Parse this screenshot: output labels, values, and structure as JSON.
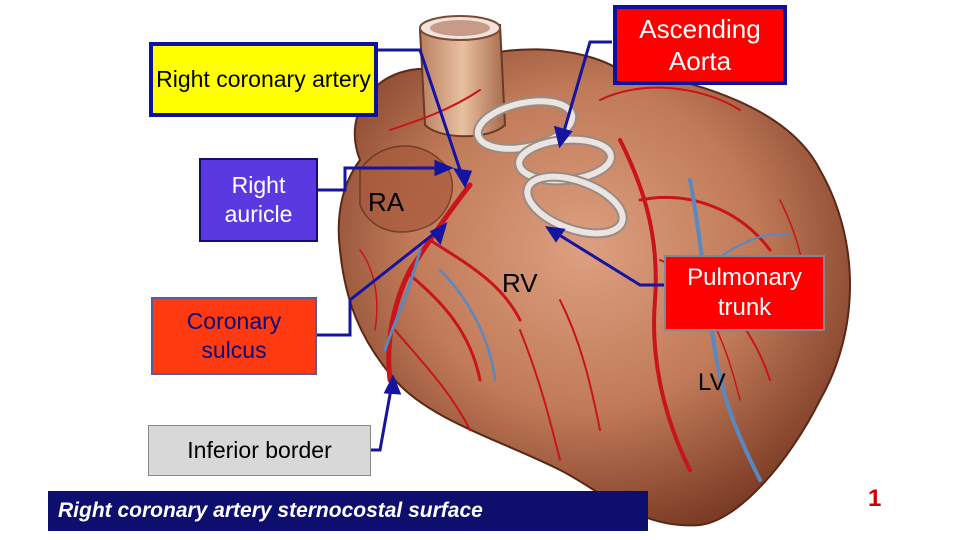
{
  "labels": {
    "right_coronary_artery": "Right coronary artery",
    "right_auricle": "Right auricle",
    "coronary_sulcus": "Coronary sulcus",
    "inferior_border": "Inferior border",
    "ascending_aorta": "Ascending Aorta",
    "pulmonary_trunk": "Pulmonary trunk",
    "ra": "RA",
    "rv": "RV",
    "lv": "LV"
  },
  "caption": "Right coronary artery sternocostal surface",
  "page_number": "1",
  "colors": {
    "heart_muscle": "#b9704c",
    "artery": "#c8141a",
    "vein": "#5a88c0",
    "label_yellow": "#ffff00",
    "label_purple": "#5a3ae0",
    "label_red": "#ff0000",
    "label_orange_red": "#ff3a10",
    "label_gray": "#d8d8d8",
    "caption_bg": "#0e0e6e",
    "page_number": "#cc0000"
  }
}
